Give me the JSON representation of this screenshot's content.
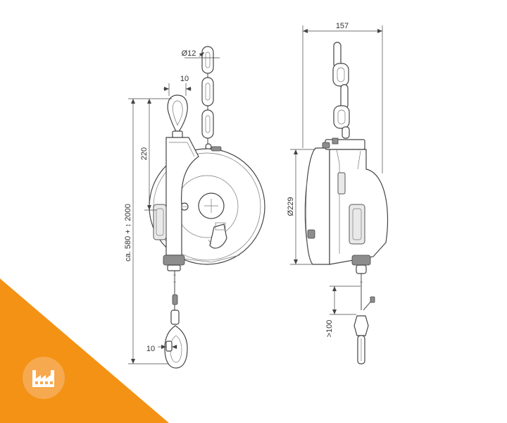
{
  "dimensions": {
    "chain_diameter": "Ø12",
    "hook_top_width": "10",
    "top_height": "220",
    "total_length": "ca. 580 + ↕ 2000",
    "hook_bottom_width": "10",
    "depth": "157",
    "drum_diameter": "Ø229",
    "clearance": ">100"
  },
  "colors": {
    "accent": "#f39214",
    "badge": "#f6a94f",
    "line": "#444444"
  },
  "icons": {
    "badge_icon": "factory-icon"
  }
}
